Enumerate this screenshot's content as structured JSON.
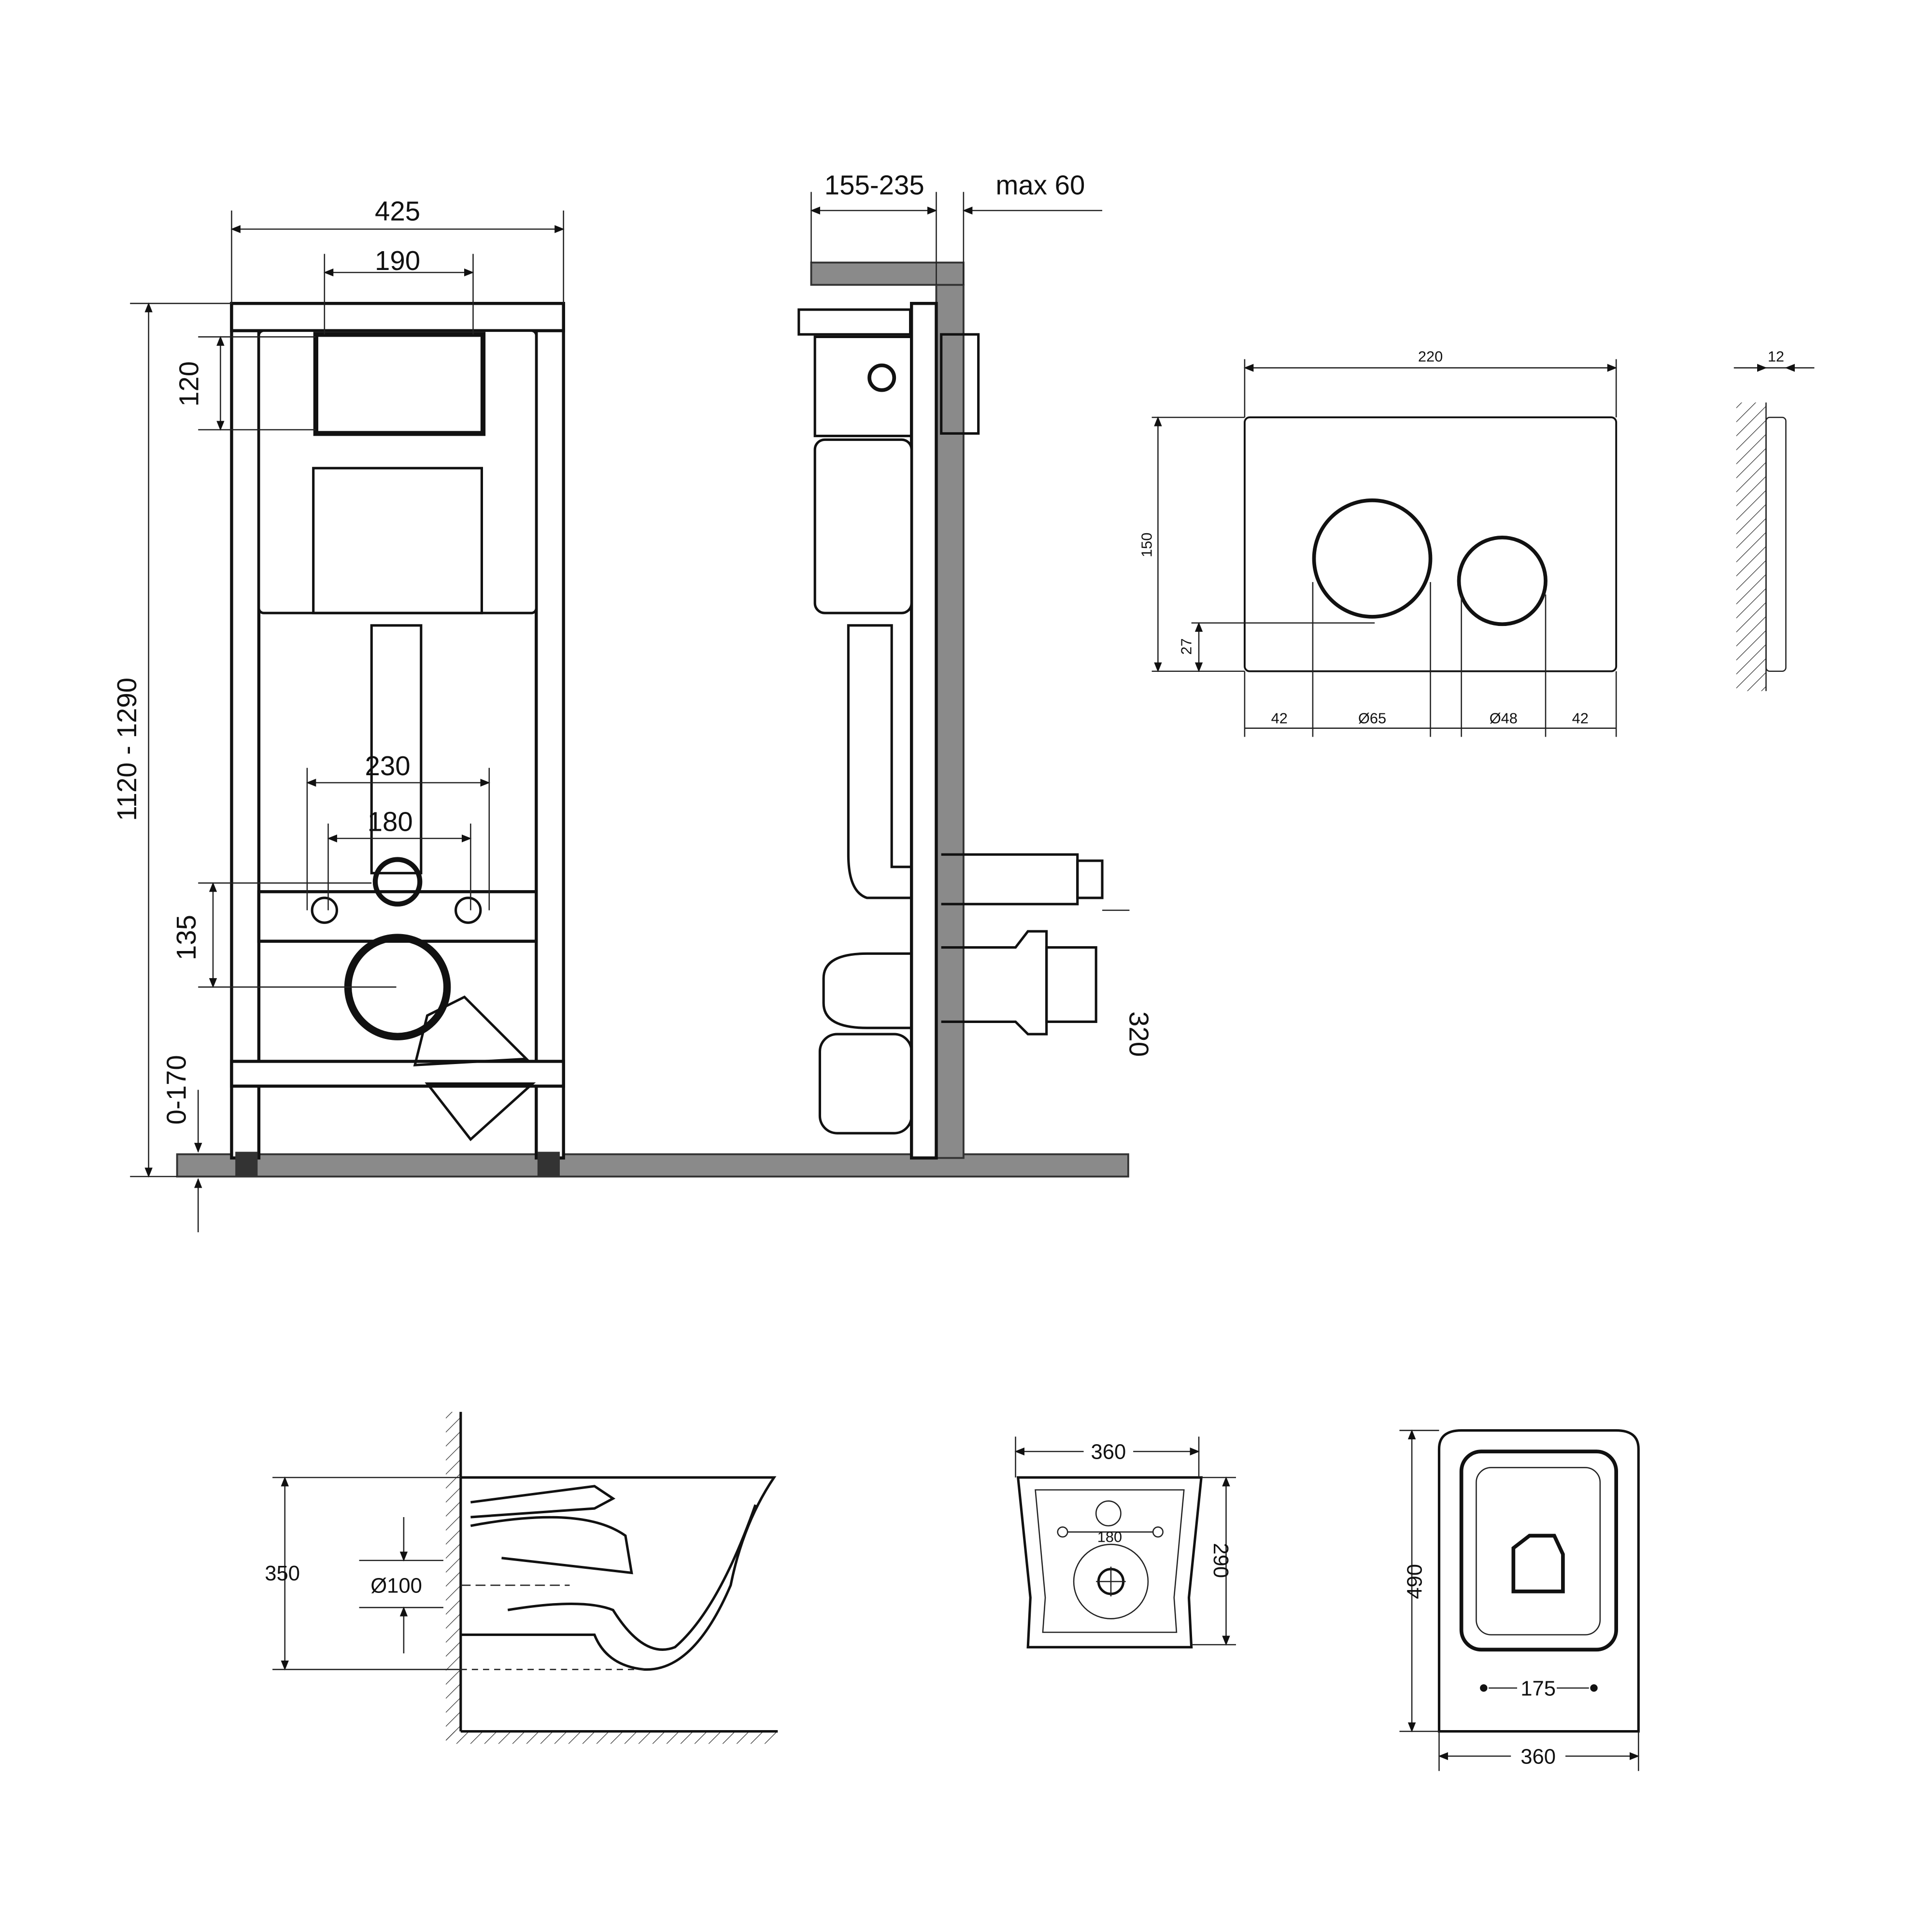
{
  "frame_front": {
    "width": "425",
    "panel_width": "190",
    "panel_height": "120",
    "height_range": "1120 - 1290",
    "stud_outer": "230",
    "stud_inner": "180",
    "drain_height": "135",
    "foot_range": "0-170"
  },
  "frame_side": {
    "depth_range": "155-235",
    "max_wall": "max 60",
    "outlet_height": "320"
  },
  "flush_plate": {
    "width": "220",
    "height": "150",
    "thickness": "12",
    "button_offset": "27",
    "left_margin": "42",
    "big_button": "Ø65",
    "small_button": "Ø48",
    "right_margin": "42"
  },
  "bowl_side": {
    "height": "350",
    "pipe": "Ø100"
  },
  "bowl_back": {
    "width": "360",
    "stud_spacing": "180",
    "height": "290"
  },
  "bowl_top": {
    "length": "490",
    "hole_spacing": "175",
    "width": "360"
  },
  "colors": {
    "line": "#111111",
    "wall": "#8a8a8a"
  }
}
